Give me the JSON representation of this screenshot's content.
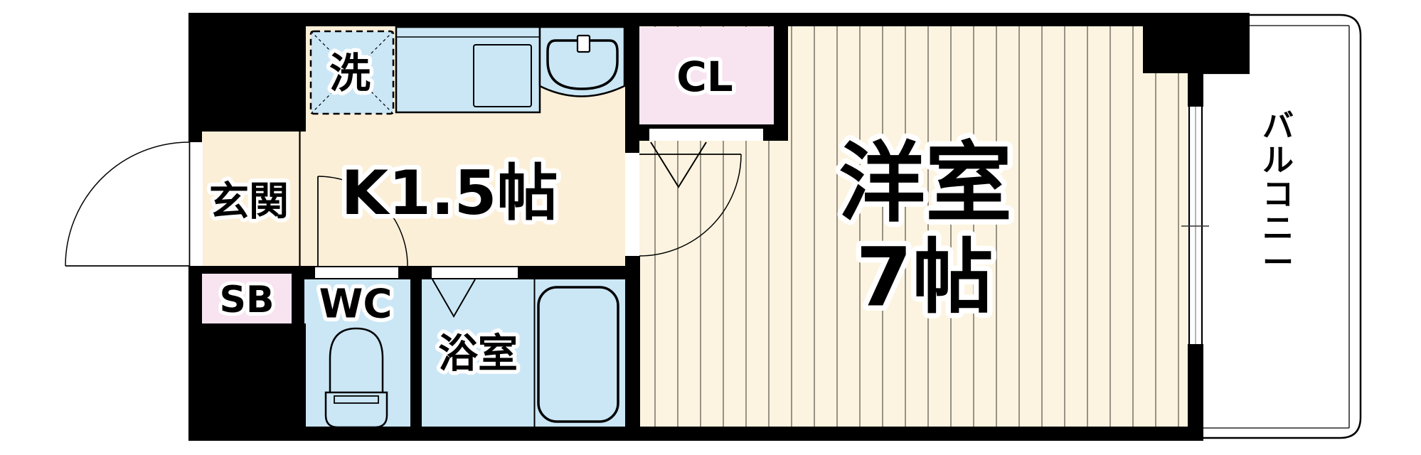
{
  "floorplan": {
    "rooms": {
      "genkan": {
        "label": "玄関"
      },
      "kitchen": {
        "label": "K1.5帖"
      },
      "laundry_pan": {
        "label": "洗"
      },
      "closet": {
        "label": "CL"
      },
      "shoe_box": {
        "label": "SB"
      },
      "toilet": {
        "label": "WC"
      },
      "bathroom": {
        "label": "浴室"
      },
      "western_room": {
        "label": "洋室",
        "size_label": "7帖"
      },
      "balcony": {
        "label": "バルコニー"
      }
    },
    "colors": {
      "wall": "#000000",
      "floor_hall": "#fcefd8",
      "floor_room": "#fcf4e0",
      "fixture_blue": "#cbe7f6",
      "fixture_pink": "#f8e3f0",
      "hatch_line": "#55504a",
      "background": "#ffffff"
    }
  }
}
